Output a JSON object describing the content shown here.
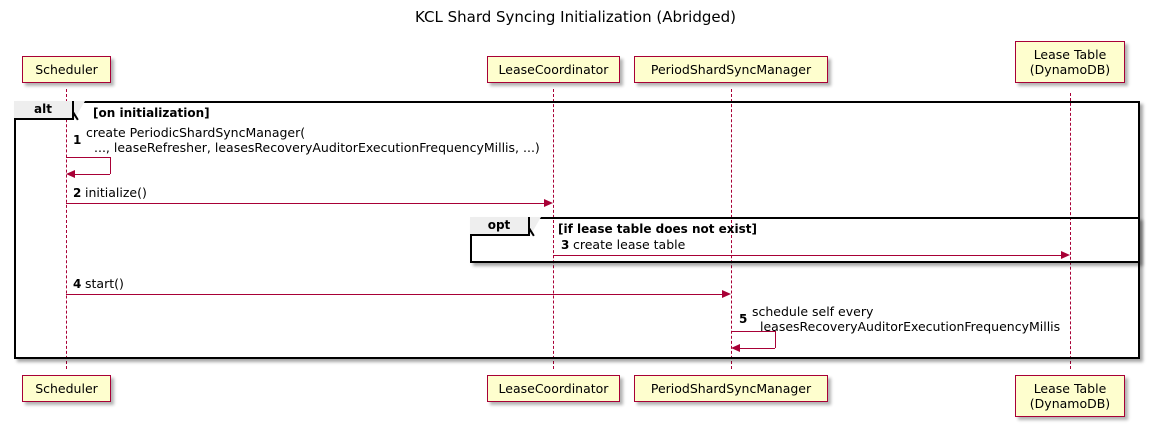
{
  "diagram": {
    "title": "KCL Shard Syncing Initialization (Abridged)",
    "type": "sequence-diagram"
  },
  "participants": [
    {
      "id": "scheduler",
      "lines": [
        "Scheduler"
      ]
    },
    {
      "id": "leasecoordinator",
      "lines": [
        "LeaseCoordinator"
      ]
    },
    {
      "id": "periodshardsyncmanager",
      "lines": [
        "PeriodShardSyncManager"
      ]
    },
    {
      "id": "leasetable",
      "lines": [
        "Lease Table",
        "(DynamoDB)"
      ]
    }
  ],
  "fragments": [
    {
      "id": "alt",
      "keyword": "alt",
      "condition": "[on initialization]"
    },
    {
      "id": "opt",
      "keyword": "opt",
      "condition": "[if lease table does not exist]"
    }
  ],
  "messages": [
    {
      "num": "1",
      "from": "scheduler",
      "to": "scheduler",
      "self": true,
      "line1": "create PeriodicShardSyncManager(",
      "line2": "..., leaseRefresher, leasesRecoveryAuditorExecutionFrequencyMillis, ...)"
    },
    {
      "num": "2",
      "from": "scheduler",
      "to": "leasecoordinator",
      "self": false,
      "line1": "initialize()",
      "line2": ""
    },
    {
      "num": "3",
      "from": "leasecoordinator",
      "to": "leasetable",
      "self": false,
      "line1": "create lease table",
      "line2": ""
    },
    {
      "num": "4",
      "from": "scheduler",
      "to": "periodshardsyncmanager",
      "self": false,
      "line1": "start()",
      "line2": ""
    },
    {
      "num": "5",
      "from": "periodshardsyncmanager",
      "to": "periodshardsyncmanager",
      "self": true,
      "line1": "schedule self every",
      "line2": "leasesRecoveryAuditorExecutionFrequencyMillis"
    }
  ],
  "colors": {
    "participant_fill": "#FEFECE",
    "participant_border": "#A80036",
    "arrow": "#A80036",
    "fragment_border": "#000000",
    "fragment_tab_fill": "#EEEEEE",
    "background": "#FFFFFF"
  }
}
